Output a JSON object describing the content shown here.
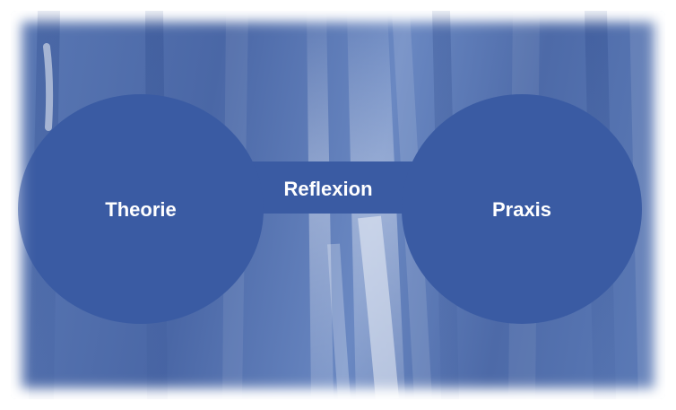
{
  "diagram": {
    "nodes": [
      {
        "id": "theorie",
        "label": "Theorie"
      },
      {
        "id": "praxis",
        "label": "Praxis"
      }
    ],
    "connector": {
      "label": "Reflexion"
    },
    "colors": {
      "shape_fill": "#3a5ba3",
      "text": "#ffffff",
      "background": "#5a78b4"
    }
  }
}
